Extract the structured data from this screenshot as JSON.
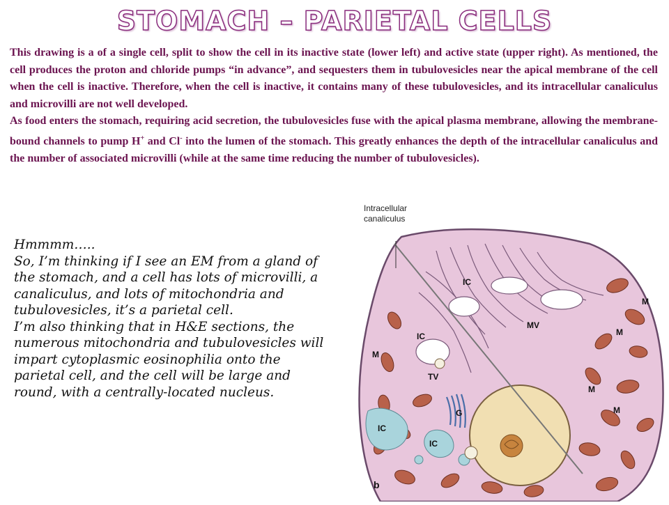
{
  "title": "STOMACH – PARIETAL CELLS",
  "paragraph1": "This drawing is a of a single cell, split to show the cell in its inactive state (lower left) and active state (upper right). As mentioned, the cell produces the proton and chloride pumps “in advance”, and sequesters them in tubulovesicles near the apical membrane of the cell when the cell is inactive. Therefore, when the cell is inactive, it contains many of these tubulovesicles, and its intracellular canaliculus and microvilli are not well developed.",
  "paragraph2": {
    "before_h": "As food enters the stomach, requiring acid secretion, the tubulovesicles fuse with the apical plasma membrane, allowing the membrane-bound channels to pump H",
    "h_sup": "+",
    "mid": " and Cl",
    "cl_sup": "-",
    "after_cl": " into the lumen of the stomach.  This greatly enhances the depth of the intracellular canaliculus and the number of associated microvilli (while at the same time reducing the number of tubulovesicles)."
  },
  "notes": [
    "Hmmmm…..",
    "So, I’m thinking if I see an EM from a gland of the stomach, and a cell has lots of microvilli, a canaliculus, and lots of mitochondria and tubulovesicles, it’s a parietal cell.",
    "I’m also thinking that in H&E sections, the numerous mitochondria and tubulovesicles will impart cytoplasmic eosinophilia onto the parietal cell, and the cell will be large and round, with a centrally-located nucleus."
  ],
  "figure": {
    "canaliculus_label": "Intracellular canaliculus",
    "labels": {
      "ic1": "IC",
      "mv": "MV",
      "m1": "M",
      "m2": "M",
      "m3": "M",
      "m4": "M",
      "ic2": "IC",
      "m5": "M",
      "tv": "TV",
      "g": "G",
      "ic3": "IC",
      "ic4": "IC",
      "panel": "b"
    },
    "colors": {
      "cytoplasm": "#e8c6dc",
      "membrane": "#6a4a6a",
      "mitochondria": "#b8614a",
      "nucleus": "#f1dfb2",
      "nucleolus": "#c7843e",
      "vesicles": "#a9d4dc",
      "golgi": "#4a6ea8"
    }
  }
}
